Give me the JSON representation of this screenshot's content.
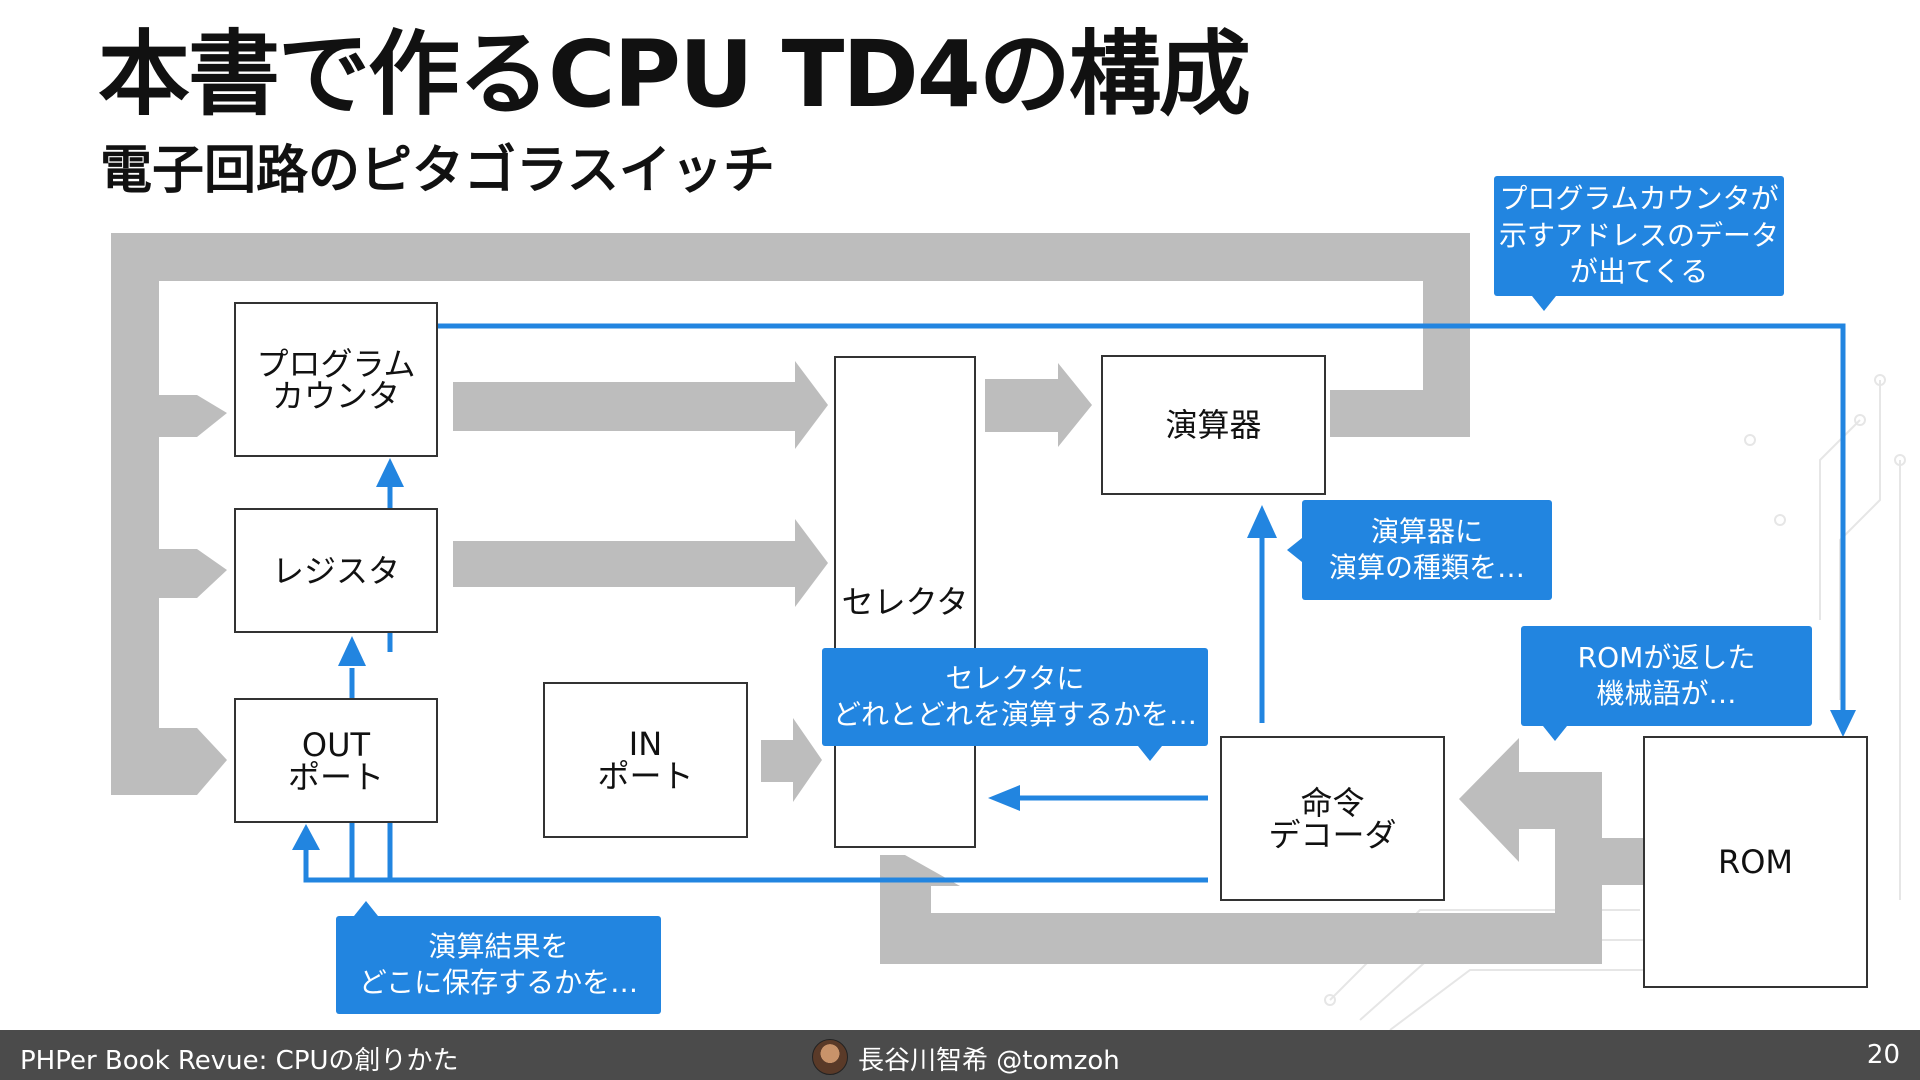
{
  "slide": {
    "title": "本書で作るCPU TD4の構成",
    "subtitle": "電子回路のピタゴラスイッチ"
  },
  "blocks": {
    "program_counter": "プログラム\nカウンタ",
    "register": "レジスタ",
    "out_port": "OUT\nポート",
    "in_port": "IN\nポート",
    "selector": "セレクタ",
    "alu": "演算器",
    "instruction_decoder": "命令\nデコーダ",
    "rom": "ROM"
  },
  "callouts": {
    "pc_address": "プログラムカウンタが\n示すアドレスのデータ\nが出てくる",
    "alu_kind": "演算器に\n演算の種類を…",
    "rom_returns": "ROMが返した\n機械語が…",
    "selector_choice": "セレクタに\nどれとどれを演算するかを…",
    "result_dest": "演算結果を\nどこに保存するかを…"
  },
  "colors": {
    "signal_line": "#2285e0",
    "data_path": "#bdbdbd",
    "callout_bg": "#2285e0",
    "footer_bg": "#4b4b4b"
  },
  "footer": {
    "book": "PHPer Book Revue: CPUの創りかた",
    "author": "長谷川智希 @tomzoh",
    "page": "20"
  }
}
